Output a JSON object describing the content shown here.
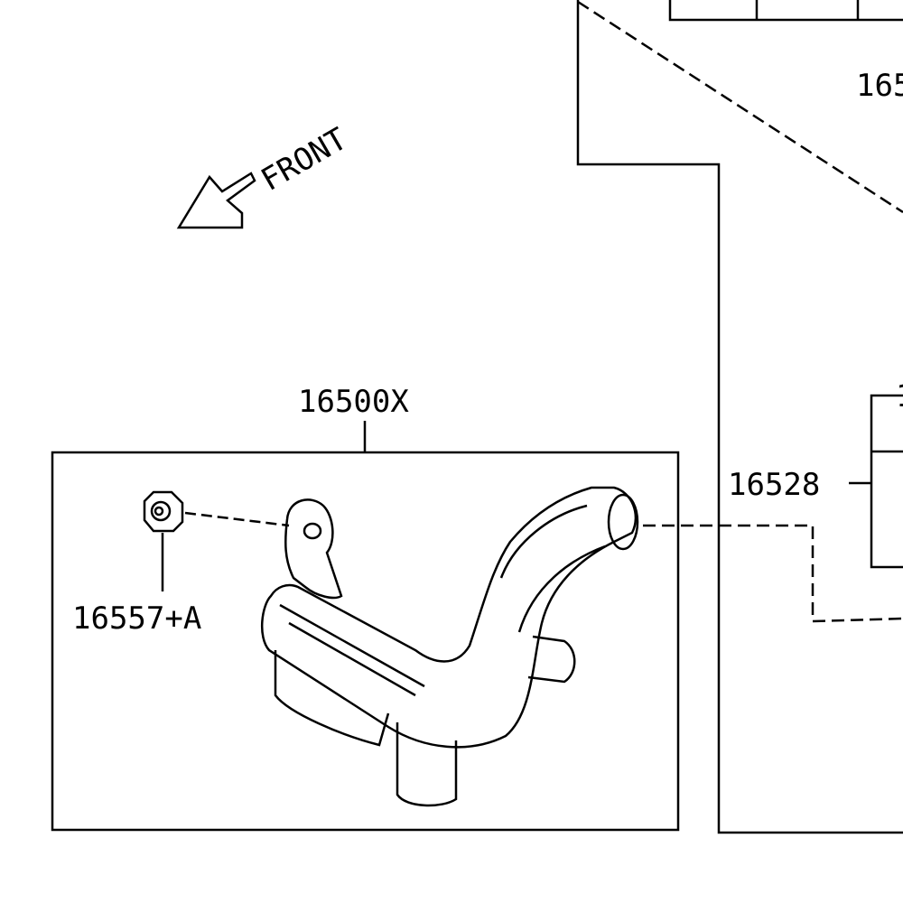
{
  "front_label": "FRONT",
  "callouts": {
    "assembly": "16500X",
    "nut": "16557+A",
    "part_right": "16528",
    "top_right_partial": "165",
    "right_edge_partial": "1"
  },
  "colors": {
    "line": "#000000",
    "background": "#ffffff"
  }
}
